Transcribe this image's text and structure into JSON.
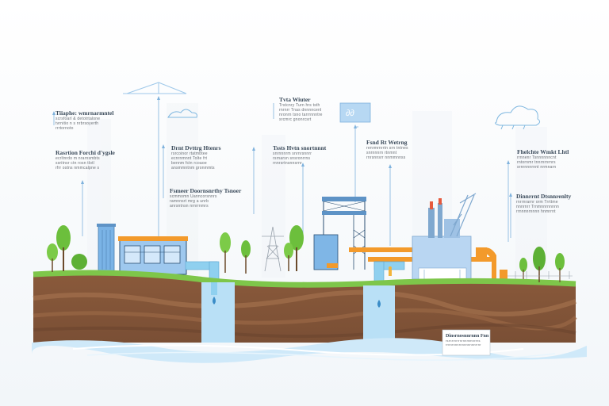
{
  "diagram": {
    "annotations": [
      {
        "title": "Tiiaphe: wmrnarmntel",
        "lines": [
          "scrsfoarl & detotrtalone",
          "tvrnitio n s nrbrsoyerth",
          "rrrtornoto"
        ]
      },
      {
        "title": "Rasrtion Forchi d'ygsle",
        "lines": [
          "ecrltnrdo m nrarnsmbts",
          "ssritnsr ctn rosn tlotl",
          "rfrr ostns nmmcalpne s"
        ]
      },
      {
        "title": "Drnt Dvttrg Htenrs",
        "lines": [
          "rsrcoinor rtatmbtee",
          "ecnrnmnnt Tolte frt",
          "bennm fctn rcoaoe",
          "ansmmntnm gronmmts"
        ]
      },
      {
        "title": "Fsmeer Doornsnrthy Tsnoer",
        "lines": [
          "scmmomn Uanncorsnnrs",
          "ramnnsrt mrg a unrb",
          "anrsntnsn nrnrrnmrs"
        ]
      },
      {
        "title": "Tvta Wiuter",
        "lines": [
          "Trstcnry Turn hrs tsth",
          "rnrnrr Tnas dnnnncenl",
          "nronrn tsno tarrrnnntre",
          "srcmrc gnonrcsrt"
        ]
      },
      {
        "title": "Tssts Hvtn snortnnnt",
        "lines": [
          "snrnnnrm snrnrsnnrr",
          "rsrnarsn snsronrrns",
          "rnnrsrtnsnnsrnr"
        ]
      },
      {
        "title": "Fsnd Rt Wetrng",
        "lines": [
          "renrmrnrrtn srn tntnes",
          "snrnnnrn rtnmnt",
          "rnrsnnsrr nnmmnnss"
        ]
      },
      {
        "title": "Fhelchte Wmkt Lhtl",
        "lines": [
          "rrnnenr Tsnnnnnncnt",
          "rntornmr tnnrnrnrnrs",
          "srnrnnnrnnt nrmnarn"
        ]
      },
      {
        "title": "Dinnrrnt Dtsnnrenlty",
        "lines": [
          "rnrrnrarnr orm Trrttme",
          "nnnrnrr Trnmnnrnnnnn",
          "rrnnnnrnnnn hnmrrnt"
        ]
      },
      {
        "title": "Dinsrnosnnrnnn Fnn",
        "lines": [
          "rsrnrrnrrrnrnnmmnrrns",
          "rrnnrnnnrnnnnnnnnrrnr"
        ]
      }
    ]
  }
}
